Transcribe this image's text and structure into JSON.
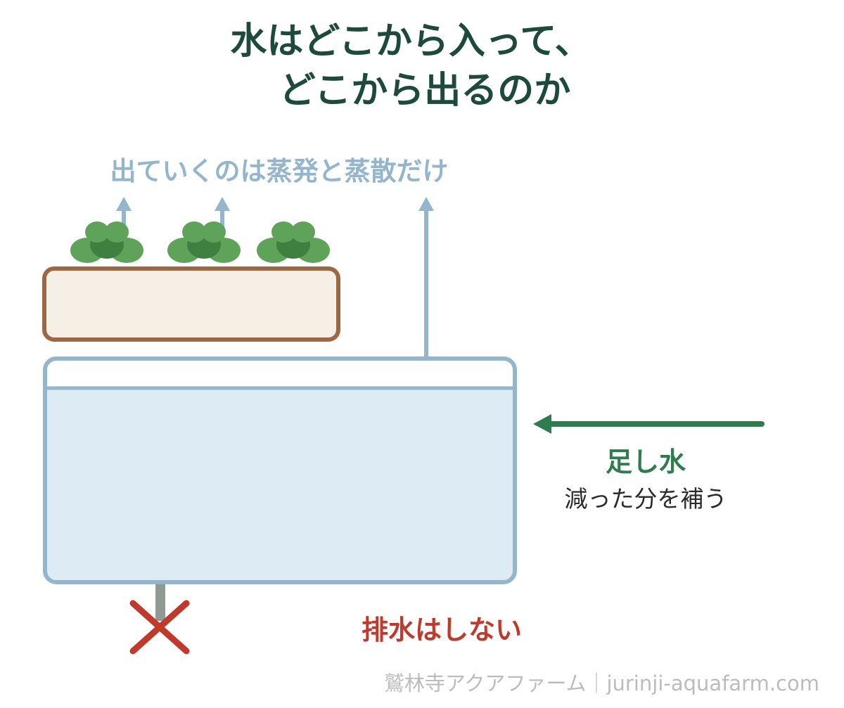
{
  "title": {
    "line1": "水はどこから入って、",
    "line2": "どこから出るのか"
  },
  "evaporation": {
    "label": "出ていくのは蒸発と蒸散だけ"
  },
  "inflow": {
    "label": "足し水",
    "sublabel": "減った分を補う"
  },
  "drain": {
    "label": "排水はしない"
  },
  "credit": "鷲林寺アクアファーム｜jurinji-aquafarm.com",
  "colors": {
    "title": "#1d4a3c",
    "evaporation": "#94b6cd",
    "water": "#dcebf4",
    "plant_light": "#5fa35a",
    "plant_dark": "#3f8040",
    "grow_bed_fill": "#f5efe6",
    "grow_bed_border": "#9c6745",
    "inflow": "#2f7d4e",
    "drain": "#c0392b",
    "pipe": "#8f9a92",
    "credit": "#bcbcbc"
  },
  "icons": {
    "plants": "plant-icon",
    "drain_mark": "cross-icon"
  }
}
